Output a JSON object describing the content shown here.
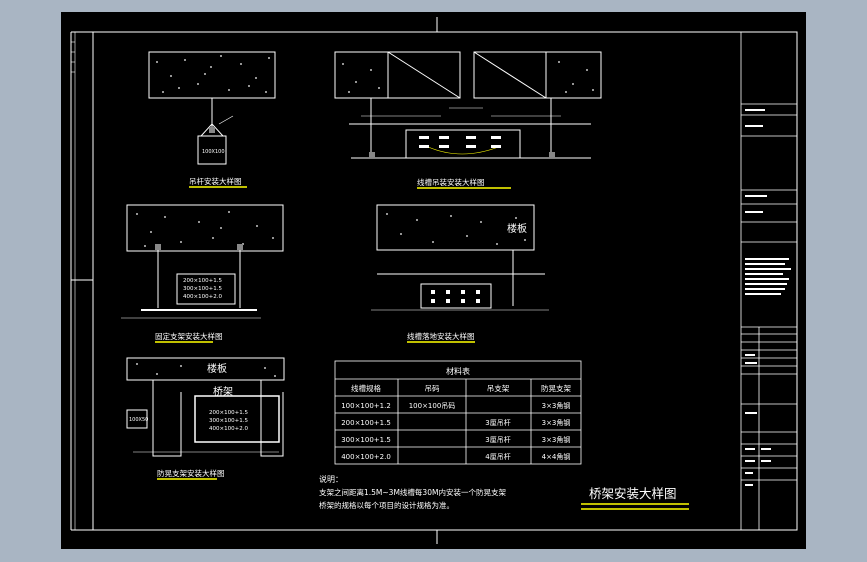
{
  "drawing": {
    "title": "桥架安装大样图",
    "views": {
      "hanger": {
        "caption": "吊杆安装大样图",
        "label": "100X100"
      },
      "fixed_bracket": {
        "caption": "固定支架安装大样图",
        "sizes": [
          "200×100+1.5",
          "300×100+1.5",
          "400×100+2.0"
        ]
      },
      "anti_sway": {
        "caption": "防晃支架安装大样图",
        "slab_label": "楼板",
        "tray_label": "桥架",
        "label": "100X50",
        "sizes": [
          "200×100+1.5",
          "300×100+1.5",
          "400×100+2.0"
        ]
      },
      "tray_hanging": {
        "caption": "线槽吊装安装大样图"
      },
      "tray_floor": {
        "caption": "线槽落地安装大样图",
        "slab_label": "楼板"
      }
    },
    "material_table": {
      "title": "材料表",
      "headers": [
        "线槽规格",
        "吊码",
        "吊支架",
        "防晃支架"
      ],
      "rows": [
        [
          "100×100+1.2",
          "100×100吊码",
          "",
          "3×3角钢"
        ],
        [
          "200×100+1.5",
          "",
          "3厘吊杆",
          "3×3角钢"
        ],
        [
          "300×100+1.5",
          "",
          "3厘吊杆",
          "3×3角钢"
        ],
        [
          "400×100+2.0",
          "",
          "4厘吊杆",
          "4×4角钢"
        ]
      ]
    },
    "notes": {
      "heading": "说明：",
      "lines": [
        "支架之间距离1.5M~3M线槽每30M内安装一个防晃支架",
        "桥架的规格以每个项目的设计规格为准。"
      ]
    }
  },
  "colors": {
    "background": "#a9b5c3",
    "sheet": "#000000",
    "lines": "#ffffff",
    "caption_underline": "#ffff00"
  }
}
